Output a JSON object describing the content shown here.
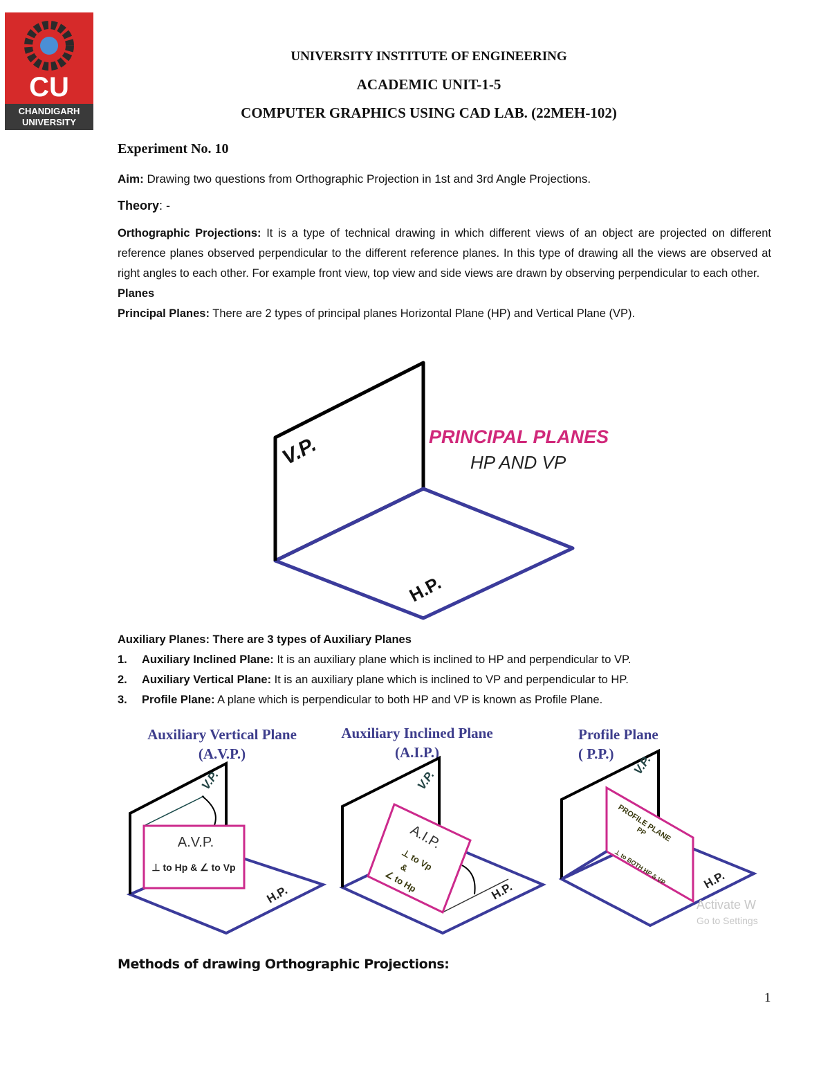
{
  "logo": {
    "text": "CU",
    "name_line1": "CHANDIGARH",
    "name_line2": "UNIVERSITY"
  },
  "header": {
    "institute": "UNIVERSITY INSTITUTE OF ENGINEERING",
    "unit": "ACADEMIC UNIT-1-5",
    "course": "COMPUTER GRAPHICS USING CAD LAB. (22MEH-102)"
  },
  "experiment": "Experiment No. 10",
  "aim": {
    "label": "Aim:",
    "text": " Drawing two questions from Orthographic Projection in 1st and 3rd Angle Projections."
  },
  "theory": {
    "label": "Theory",
    "suffix": ": -"
  },
  "ortho": {
    "label": "Orthographic Projections:",
    "text": " It is a type of technical drawing in which different views of an object are projected on different reference planes observed perpendicular to the different reference planes. In this type of drawing all the views are observed at right angles to each other. For example front view, top view and side views are drawn by observing perpendicular to each other."
  },
  "planes_heading": "Planes",
  "principal": {
    "label": "Principal Planes:",
    "text": " There are 2 types of principal planes Horizontal Plane (HP) and Vertical Plane (VP)."
  },
  "figure1": {
    "vp": "V.P.",
    "hp": "H.P.",
    "title": "PRINCIPAL PLANES",
    "subtitle": "HP AND  VP",
    "title_color": "#d0287a"
  },
  "auxiliary": {
    "heading": "Auxiliary Planes: There are 3 types of Auxiliary Planes",
    "items": [
      {
        "num": "1.",
        "label": "Auxiliary Inclined Plane:",
        "text": " It is an auxiliary plane which is inclined to HP and perpendicular to VP."
      },
      {
        "num": "2.",
        "label": "Auxiliary Vertical Plane:",
        "text": " It is an auxiliary plane which is inclined to VP and perpendicular to HP."
      },
      {
        "num": "3.",
        "label": "Profile Plane:",
        "text": " A plane which is perpendicular to both HP and VP is known as Profile Plane."
      }
    ]
  },
  "figure2": {
    "avp": {
      "title": "Auxiliary Vertical Plane",
      "abbr": "(A.V.P.)",
      "box": "A.V.P.",
      "note": "⊥ to Hp & ∠ to Vp",
      "vp": "V.P.",
      "hp": "H.P."
    },
    "aip": {
      "title": "Auxiliary Inclined Plane",
      "abbr": "(A.I.P.)",
      "box": "A.I.P.",
      "note1": "⊥ to Vp",
      "note2": "&",
      "note3": "∠ to Hp",
      "vp": "V.P.",
      "hp": "H.P."
    },
    "pp": {
      "title": "Profile Plane",
      "abbr": "( P.P.)",
      "box1": "PROFILE PLANE",
      "box2": "PP",
      "note": "⊥ to BOTH HP & VP",
      "vp": "V.P.",
      "hp": "H.P."
    },
    "colors": {
      "hp": "#3b3b9b",
      "aux": "#cc2a8c",
      "title": "#3d3d8c"
    }
  },
  "watermark": {
    "line1": "Activate W",
    "line2": "Go to Settings"
  },
  "methods_heading": "Methods of drawing Orthographic Projections:",
  "page_number": "1"
}
